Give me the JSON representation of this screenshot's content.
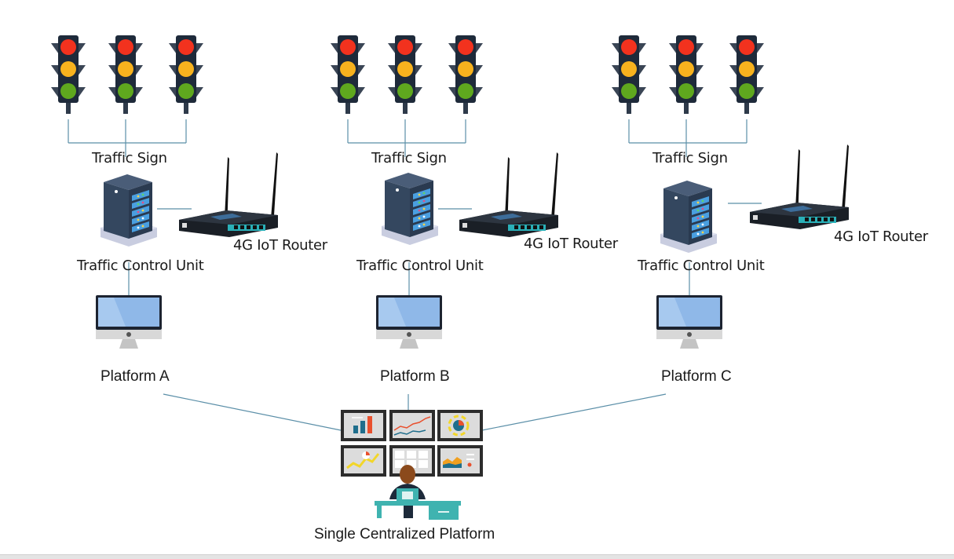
{
  "diagram": {
    "groups": [
      {
        "id": "a",
        "traffic_sign_label": "Traffic Sign",
        "control_unit_label": "Traffic Control Unit",
        "router_label": "4G IoT Router",
        "platform_label": "Platform A",
        "traffic_light_count": 3
      },
      {
        "id": "b",
        "traffic_sign_label": "Traffic Sign",
        "control_unit_label": "Traffic Control Unit",
        "router_label": "4G IoT Router",
        "platform_label": "Platform B",
        "traffic_light_count": 3
      },
      {
        "id": "c",
        "traffic_sign_label": "Traffic Sign",
        "control_unit_label": "Traffic Control Unit",
        "router_label": "4G IoT Router",
        "platform_label": "Platform C",
        "traffic_light_count": 3
      }
    ],
    "central": {
      "label": "Single Centralized Platform"
    },
    "colors": {
      "connector": "#5b8fa8",
      "light_red": "#f2321e",
      "light_amber": "#f7b21e",
      "light_green": "#5fa81e",
      "signal_body": "#1e2a3a",
      "signal_wing": "#3a4555",
      "server_body": "#34475f",
      "server_base": "#c9cde0",
      "monitor_screen": "#8fb8e8",
      "monitor_frame": "#1c2330",
      "monitor_stand": "#c4c4c4",
      "desk": "#3fb3b0",
      "wall_screen_frame": "#2c2c2c",
      "wall_screen_bg": "#dcdcdc"
    }
  }
}
